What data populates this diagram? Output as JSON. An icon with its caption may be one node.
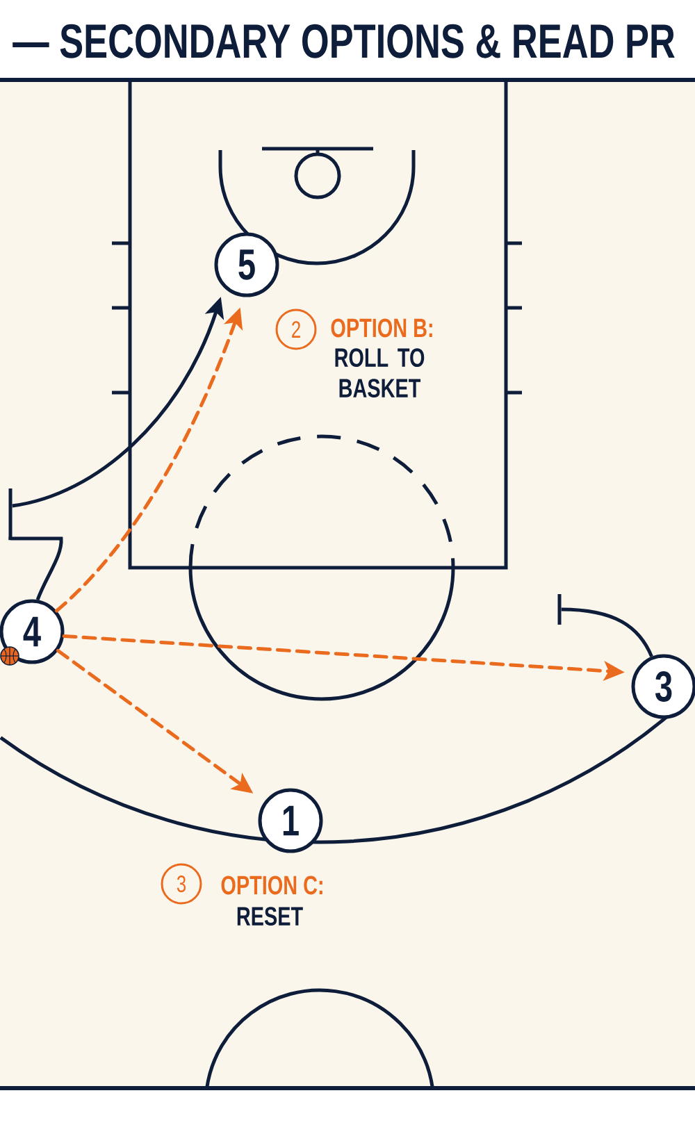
{
  "diagram": {
    "title": "— SECONDARY OPTIONS & READ PR",
    "nodes": [
      {
        "text": [
          "5"
        ]
      },
      {
        "text": [
          "2"
        ],
        "beside": [
          "OPTION B:",
          "ROLL TO BASKET"
        ]
      },
      {
        "text": [],
        "shape": "bar"
      },
      {
        "text": [],
        "shape": "bar"
      },
      {
        "text": [
          "4"
        ]
      },
      {
        "text": [
          "3"
        ]
      },
      {
        "text": [
          "1"
        ]
      },
      {
        "text": [
          "3"
        ],
        "beside": [
          "OPTION C:",
          "RESET"
        ]
      }
    ],
    "edges": [
      {
        "from": 4,
        "to": 2,
        "arrow": "none",
        "color": "#0e1d3a"
      },
      {
        "from": 2,
        "to": 0,
        "arrow": "to",
        "color": "#0e1d3a"
      },
      {
        "from": 5,
        "to": 3,
        "arrow": "none",
        "color": "#0e1d3a"
      },
      {
        "from": 4,
        "to": 0,
        "arrow": "to",
        "style": "dashed",
        "color": "#ea6a1e"
      },
      {
        "from": 4,
        "to": 5,
        "arrow": "to",
        "style": "dashed",
        "color": "#ea6a1e"
      },
      {
        "from": 4,
        "to": 6,
        "arrow": "to",
        "style": "dashed",
        "color": "#ea6a1e"
      }
    ]
  }
}
